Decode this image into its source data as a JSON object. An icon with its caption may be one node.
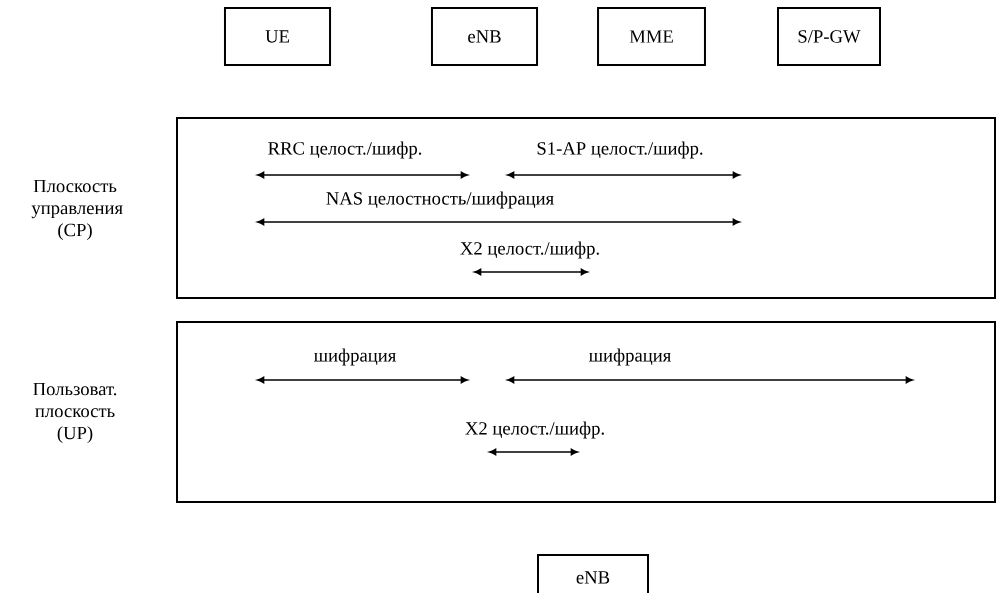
{
  "diagram": {
    "nodes": [
      {
        "text": [
          "UE"
        ]
      },
      {
        "text": [
          "eNB"
        ]
      },
      {
        "text": [
          "MME"
        ]
      },
      {
        "text": [
          "S/P-GW"
        ]
      },
      {
        "text": [
          "Плоскость управления (CP)"
        ]
      },
      {
        "text": [
          "Пользоват. плоскость (UP)"
        ]
      },
      {
        "text": [
          "eNB"
        ]
      }
    ],
    "labels": [
      "RRC целост./шифр.",
      "S1-AP целост./шифр.",
      "NAS целостность/шифрация",
      "X2  целост./шифр.",
      "шифрация",
      "шифрация",
      "X2  целост./шифр."
    ]
  }
}
